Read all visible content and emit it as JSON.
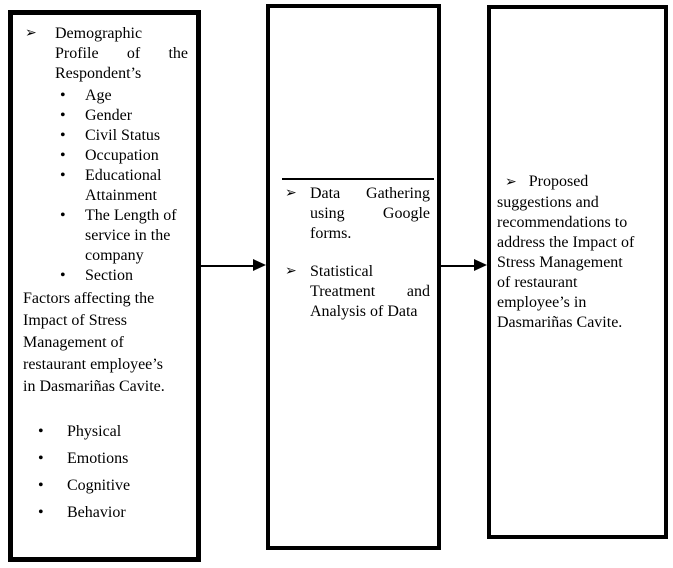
{
  "glyphs": {
    "arrow_bullet": "➢",
    "dot_bullet": "•"
  },
  "input_box": {
    "heading": "Demographic Profile of the Respondent’s",
    "sub_bullets": [
      "Age",
      "Gender",
      "Civil Status",
      "Occupation",
      "Educational Attainment",
      "The Length of service in the company",
      "Section"
    ],
    "paragraph": "Factors affecting the\nImpact of Stress\nManagement of\nrestaurant employee’s\nin Dasmariñas Cavite.",
    "factor_bullets": [
      "Physical",
      "Emotions",
      "Cognitive",
      "Behavior"
    ]
  },
  "process_box": {
    "items": [
      "Data Gathering using Google forms.",
      "Statistical Treatment and Analysis of Data"
    ]
  },
  "output_box": {
    "paragraph": "Proposed\nsuggestions and\nrecommendations to\naddress the Impact of\nStress Management\nof restaurant\nemployee’s in\nDasmariñas Cavite."
  }
}
